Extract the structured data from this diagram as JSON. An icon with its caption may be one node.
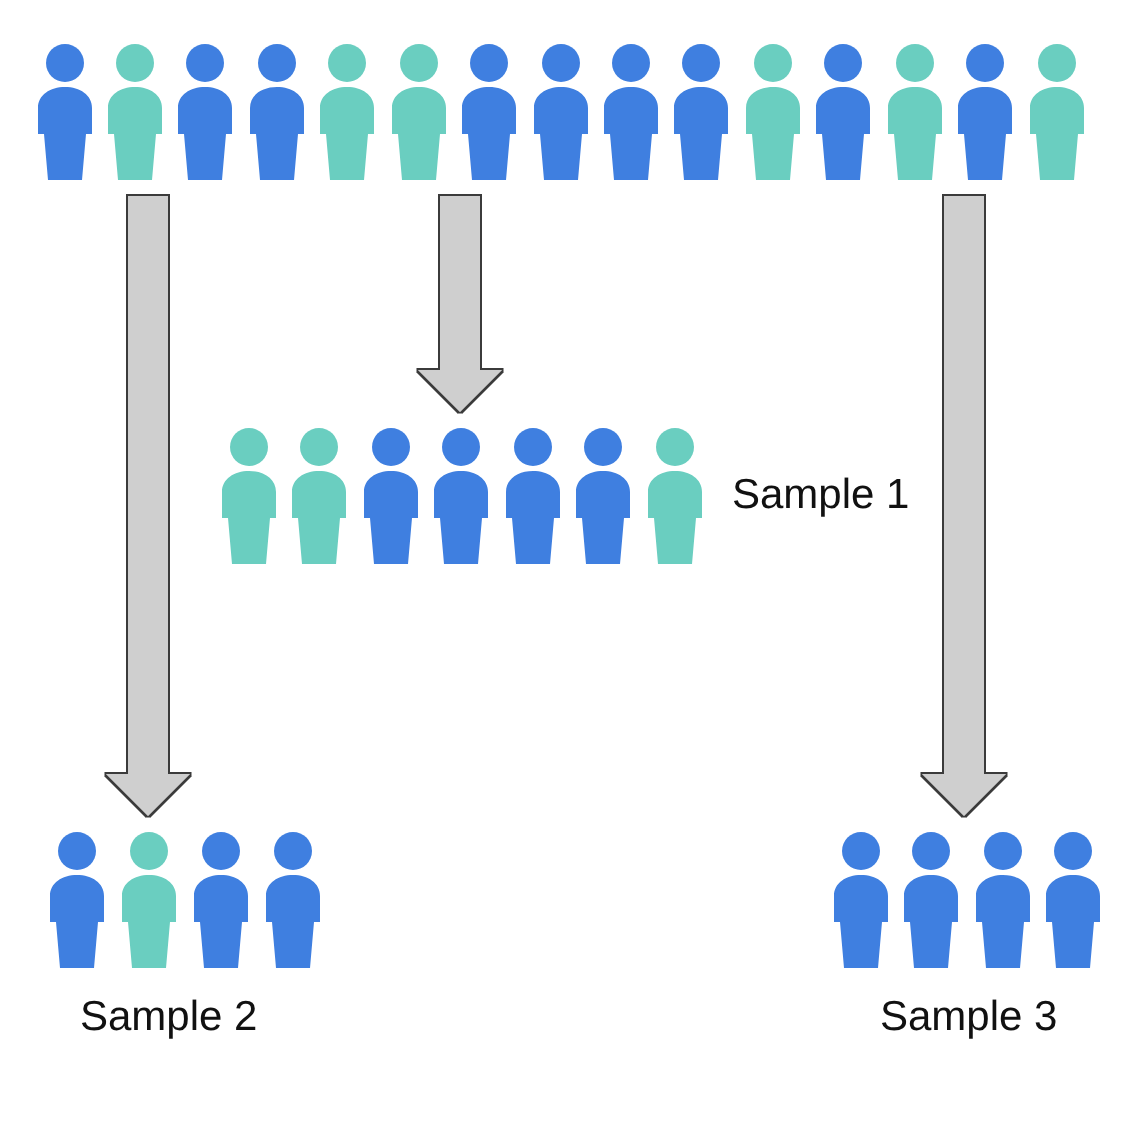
{
  "diagram": {
    "nodes": [
      {
        "text": [],
        "shape": "person"
      },
      {
        "text": [],
        "shape": "person",
        "beside": [
          "Sample 1"
        ]
      },
      {
        "text": [],
        "shape": "person",
        "beside": [
          "Sample 2"
        ]
      },
      {
        "text": [],
        "shape": "person",
        "beside": [
          "Sample 3"
        ]
      }
    ],
    "edges": [
      {
        "from": 0,
        "to": 2,
        "arrow": "to"
      },
      {
        "from": 0,
        "to": 1,
        "arrow": "to"
      },
      {
        "from": 0,
        "to": 3,
        "arrow": "to"
      }
    ]
  }
}
